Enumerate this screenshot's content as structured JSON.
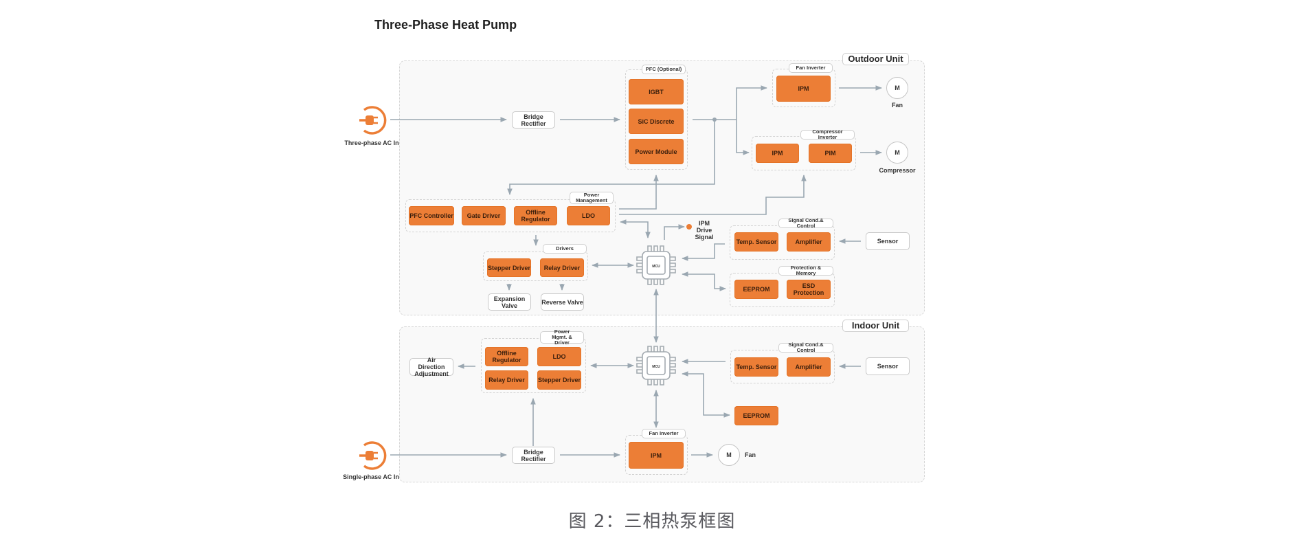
{
  "title": "Three-Phase Heat Pump",
  "caption": "图 2：三相热泵框图",
  "colors": {
    "accent": "#ec7e36",
    "line": "#9aa7b1",
    "border": "#d0d0d0"
  },
  "outdoor": {
    "label": "Outdoor Unit",
    "ac_input": {
      "label": "Three-phase AC In",
      "icon": "power-plug-icon"
    },
    "bridge_rectifier": "Bridge Rectifier",
    "pfc": {
      "tag": "PFC (Optional)",
      "items": [
        "IGBT",
        "SiC Discrete",
        "Power Module"
      ]
    },
    "fan_inverter": {
      "tag": "Fan Inverter",
      "items": [
        "IPM"
      ]
    },
    "fan_motor": {
      "symbol": "M",
      "label": "Fan"
    },
    "compressor_inverter": {
      "tag": "Compressor Inverter",
      "items": [
        "IPM",
        "PIM"
      ]
    },
    "compressor_motor": {
      "symbol": "M",
      "label": "Compressor"
    },
    "power_management": {
      "tag": "Power Management",
      "items": [
        "PFC Controller",
        "Gate Driver",
        "Offline Regulator",
        "LDO"
      ]
    },
    "drivers": {
      "tag": "Drivers",
      "items": [
        "Stepper Driver",
        "Relay Driver"
      ]
    },
    "valves": [
      "Expansion Valve",
      "Reverse Valve"
    ],
    "mcu": "MCU",
    "ipm_drive_signal": "IPM Drive Signal",
    "signal_cond": {
      "tag": "Signal Cond.& Control",
      "items": [
        "Temp. Sensor",
        "Amplifier"
      ]
    },
    "sensor": "Sensor",
    "protection": {
      "tag": "Protection & Memory",
      "items": [
        "EEPROM",
        "ESD Protection"
      ]
    }
  },
  "indoor": {
    "label": "Indoor Unit",
    "ac_input": {
      "label": "Single-phase AC In",
      "icon": "power-plug-icon"
    },
    "bridge_rectifier": "Bridge Rectifier",
    "power_driver": {
      "tag": "Power Mgmt. & Driver",
      "items": [
        "Offline Regulator",
        "LDO",
        "Relay Driver",
        "Stepper Driver"
      ]
    },
    "air_direction": "Air Direction Adjustment",
    "mcu": "MCU",
    "signal_cond": {
      "tag": "Signal Cond.& Control",
      "items": [
        "Temp. Sensor",
        "Amplifier"
      ]
    },
    "sensor": "Sensor",
    "eeprom": "EEPROM",
    "fan_inverter": {
      "tag": "Fan Inverter",
      "items": [
        "IPM"
      ]
    },
    "fan_motor": {
      "symbol": "M",
      "label": "Fan"
    }
  }
}
